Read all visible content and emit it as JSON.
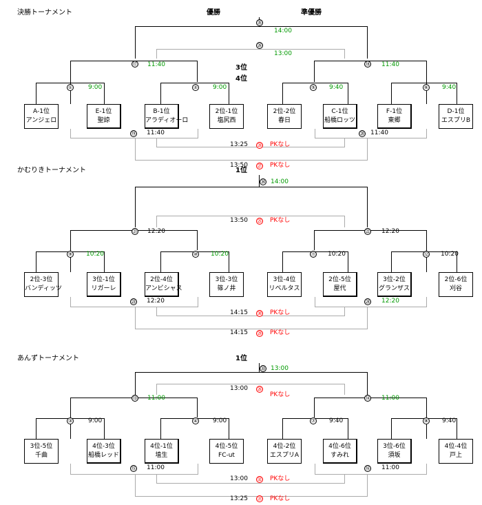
{
  "sections": {
    "kessho": {
      "title": "決勝トーナメント",
      "hdr_champion": "優勝",
      "hdr_runnerup": "準優勝",
      "hdr_third": "3位",
      "hdr_fourth": "4位",
      "teams": [
        {
          "seed": "A-1位",
          "name": "アンジェロ"
        },
        {
          "seed": "E-1位",
          "name": "聖諒"
        },
        {
          "seed": "B-1位",
          "name": "アラディオーロ"
        },
        {
          "seed": "2位-1位",
          "name": "塩尻西"
        },
        {
          "seed": "2位-2位",
          "name": "春日"
        },
        {
          "seed": "C-1位",
          "name": "船橋ロッツ"
        },
        {
          "seed": "F-1位",
          "name": "東郷"
        },
        {
          "seed": "D-1位",
          "name": "エスプリB"
        }
      ],
      "m1": {
        "no": "①",
        "time": "9:00"
      },
      "m2": {
        "no": "②",
        "time": "9:00"
      },
      "m5": {
        "no": "⑤",
        "time": "9:40"
      },
      "m6": {
        "no": "⑥",
        "time": "9:40"
      },
      "m17": {
        "no": "⑰",
        "time": "11:40"
      },
      "m18": {
        "no": "⑱",
        "time": "11:40"
      },
      "m26": {
        "no": "㉖",
        "time": "13:00"
      },
      "m35": {
        "no": "㉟",
        "time": "14:00"
      },
      "m19": {
        "no": "⑲",
        "time": "11:40"
      },
      "m20": {
        "no": "⑳",
        "time": "11:40"
      },
      "m28": {
        "no": "㉘",
        "time": "13:25",
        "pk": "PKなし"
      },
      "m27": {
        "no": "㉗",
        "time": "13:50",
        "pk": "PKなし"
      }
    },
    "kamuriki": {
      "title": "かむりきトーナメント",
      "hdr_first": "1位",
      "teams": [
        {
          "seed": "2位-3位",
          "name": "バンディッツ"
        },
        {
          "seed": "3位-1位",
          "name": "リガーレ"
        },
        {
          "seed": "2位-4位",
          "name": "アンビシャス"
        },
        {
          "seed": "3位-3位",
          "name": "篠ノ井"
        },
        {
          "seed": "3位-4位",
          "name": "リベルタス"
        },
        {
          "seed": "2位-5位",
          "name": "屋代"
        },
        {
          "seed": "3位-2位",
          "name": "グランザス"
        },
        {
          "seed": "2位-6位",
          "name": "刈谷"
        }
      ],
      "m9": {
        "no": "⑨",
        "time": "10:20"
      },
      "m10": {
        "no": "⑩",
        "time": "10:20"
      },
      "m11": {
        "no": "⑪",
        "time": "10:20"
      },
      "m12": {
        "no": "⑫",
        "time": "10:20"
      },
      "m21": {
        "no": "㉑",
        "time": "12:20"
      },
      "m22": {
        "no": "㉒",
        "time": "12:20"
      },
      "m25": {
        "no": "㉕",
        "time": "13:50",
        "pk": "PKなし"
      },
      "m34": {
        "no": "㉞",
        "time": "14:00"
      },
      "m23": {
        "no": "㉓",
        "time": "12:20"
      },
      "m24": {
        "no": "㉔",
        "time": "12:20"
      },
      "m30": {
        "no": "㉚",
        "time": "14:15",
        "pk": "PKなし"
      },
      "m29": {
        "no": "㉙",
        "time": "14:15",
        "pk": "PKなし"
      }
    },
    "anzu": {
      "title": "あんずトーナメント",
      "hdr_first": "1位",
      "teams": [
        {
          "seed": "3位-5位",
          "name": "千曲"
        },
        {
          "seed": "4位-3位",
          "name": "船橋レッド"
        },
        {
          "seed": "4位-1位",
          "name": "埴生"
        },
        {
          "seed": "4位-5位",
          "name": "FC-ut"
        },
        {
          "seed": "4位-2位",
          "name": "エスプリA"
        },
        {
          "seed": "4位-6位",
          "name": "すみれ"
        },
        {
          "seed": "3位-6位",
          "name": "須坂"
        },
        {
          "seed": "4位-4位",
          "name": "戸上"
        }
      ],
      "m3": {
        "no": "③",
        "time": "9:00"
      },
      "m4": {
        "no": "④",
        "time": "9:00"
      },
      "m7": {
        "no": "⑦",
        "time": "9:40"
      },
      "m8": {
        "no": "⑧",
        "time": "9:40"
      },
      "m13": {
        "no": "⑬",
        "time": "11:00"
      },
      "m14": {
        "no": "⑭",
        "time": "11:00"
      },
      "m26": {
        "no": "㉖",
        "time": "13:00",
        "pk": "PKなし"
      },
      "m33": {
        "no": "㉝",
        "time": "13:00"
      },
      "m15": {
        "no": "⑮",
        "time": "11:00"
      },
      "m16": {
        "no": "⑯",
        "time": "11:00"
      },
      "m32": {
        "no": "㉜",
        "time": "13:00",
        "pk": "PKなし"
      },
      "m31": {
        "no": "㉛",
        "time": "13:25",
        "pk": "PKなし"
      }
    }
  }
}
